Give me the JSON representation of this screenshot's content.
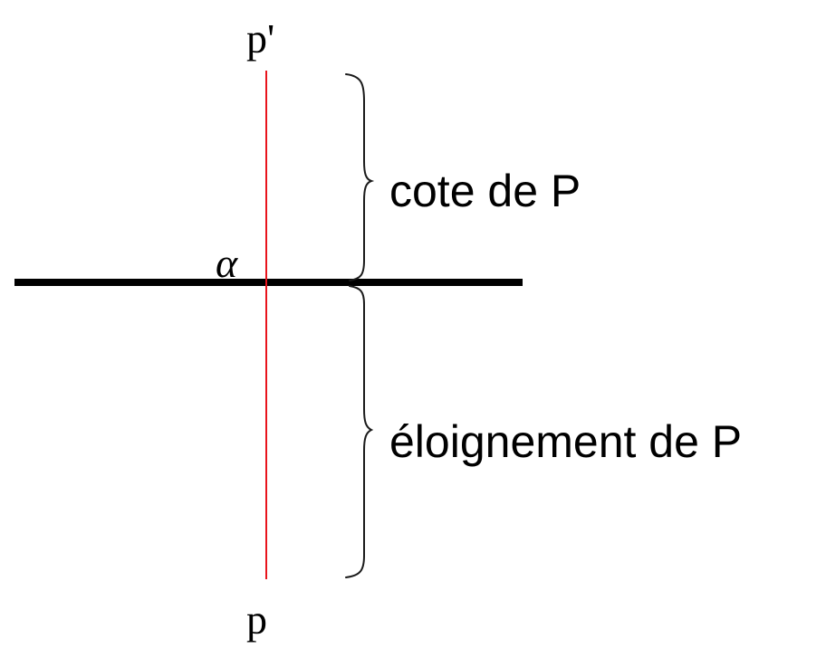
{
  "labels": {
    "top_point": "p'",
    "bottom_point": "p",
    "ground_line": "α",
    "upper_brace": "cote de P",
    "lower_brace": "éloignement de P"
  },
  "colors": {
    "projection_line": "#e8141c",
    "ground_line": "#000000",
    "brace": "#1a1a1a",
    "text": "#000000"
  }
}
